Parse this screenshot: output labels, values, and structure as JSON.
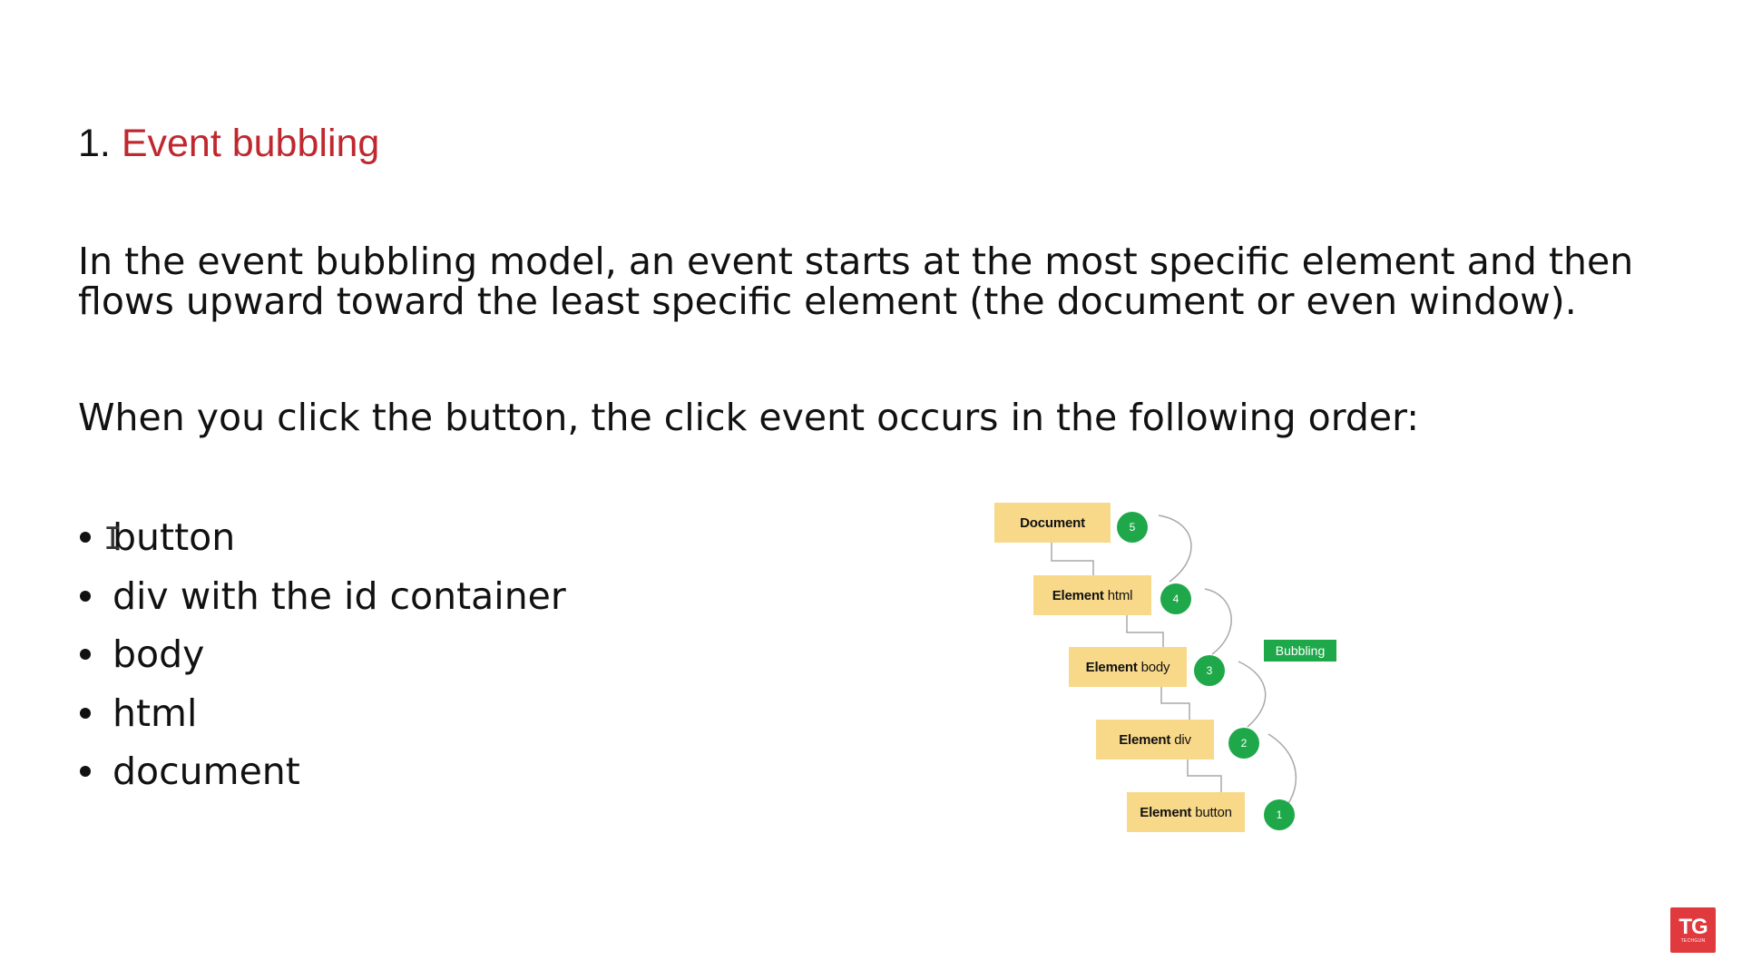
{
  "heading": {
    "number": "1.",
    "title": "Event bubbling"
  },
  "paragraph1": {
    "line1": "In the event bubbling model, an event starts at the most specific element and then",
    "line2": "flows upward toward the least specific element (the document or even window)."
  },
  "paragraph2": "When you click the button, the click event occurs in the following order:",
  "bullets": [
    "button",
    "div with the id container",
    "body",
    "html",
    "document"
  ],
  "cursor_glyph": "I",
  "diagram": {
    "nodes": [
      {
        "bold": "Document",
        "light": "",
        "step": "5"
      },
      {
        "bold": "Element",
        "light": "html",
        "step": "4"
      },
      {
        "bold": "Element",
        "light": "body",
        "step": "3"
      },
      {
        "bold": "Element",
        "light": "div",
        "step": "2"
      },
      {
        "bold": "Element",
        "light": "button",
        "step": "1"
      }
    ],
    "tag": "Bubbling",
    "colors": {
      "node": "#f8d98a",
      "badge": "#1fa84a",
      "tag": "#1fa84a",
      "line": "#a8a8a8"
    }
  },
  "logo": {
    "big": "TG",
    "small": "TECHGUN",
    "color": "#e03a3e"
  },
  "colors": {
    "title": "#c0282f",
    "text": "#111111"
  }
}
